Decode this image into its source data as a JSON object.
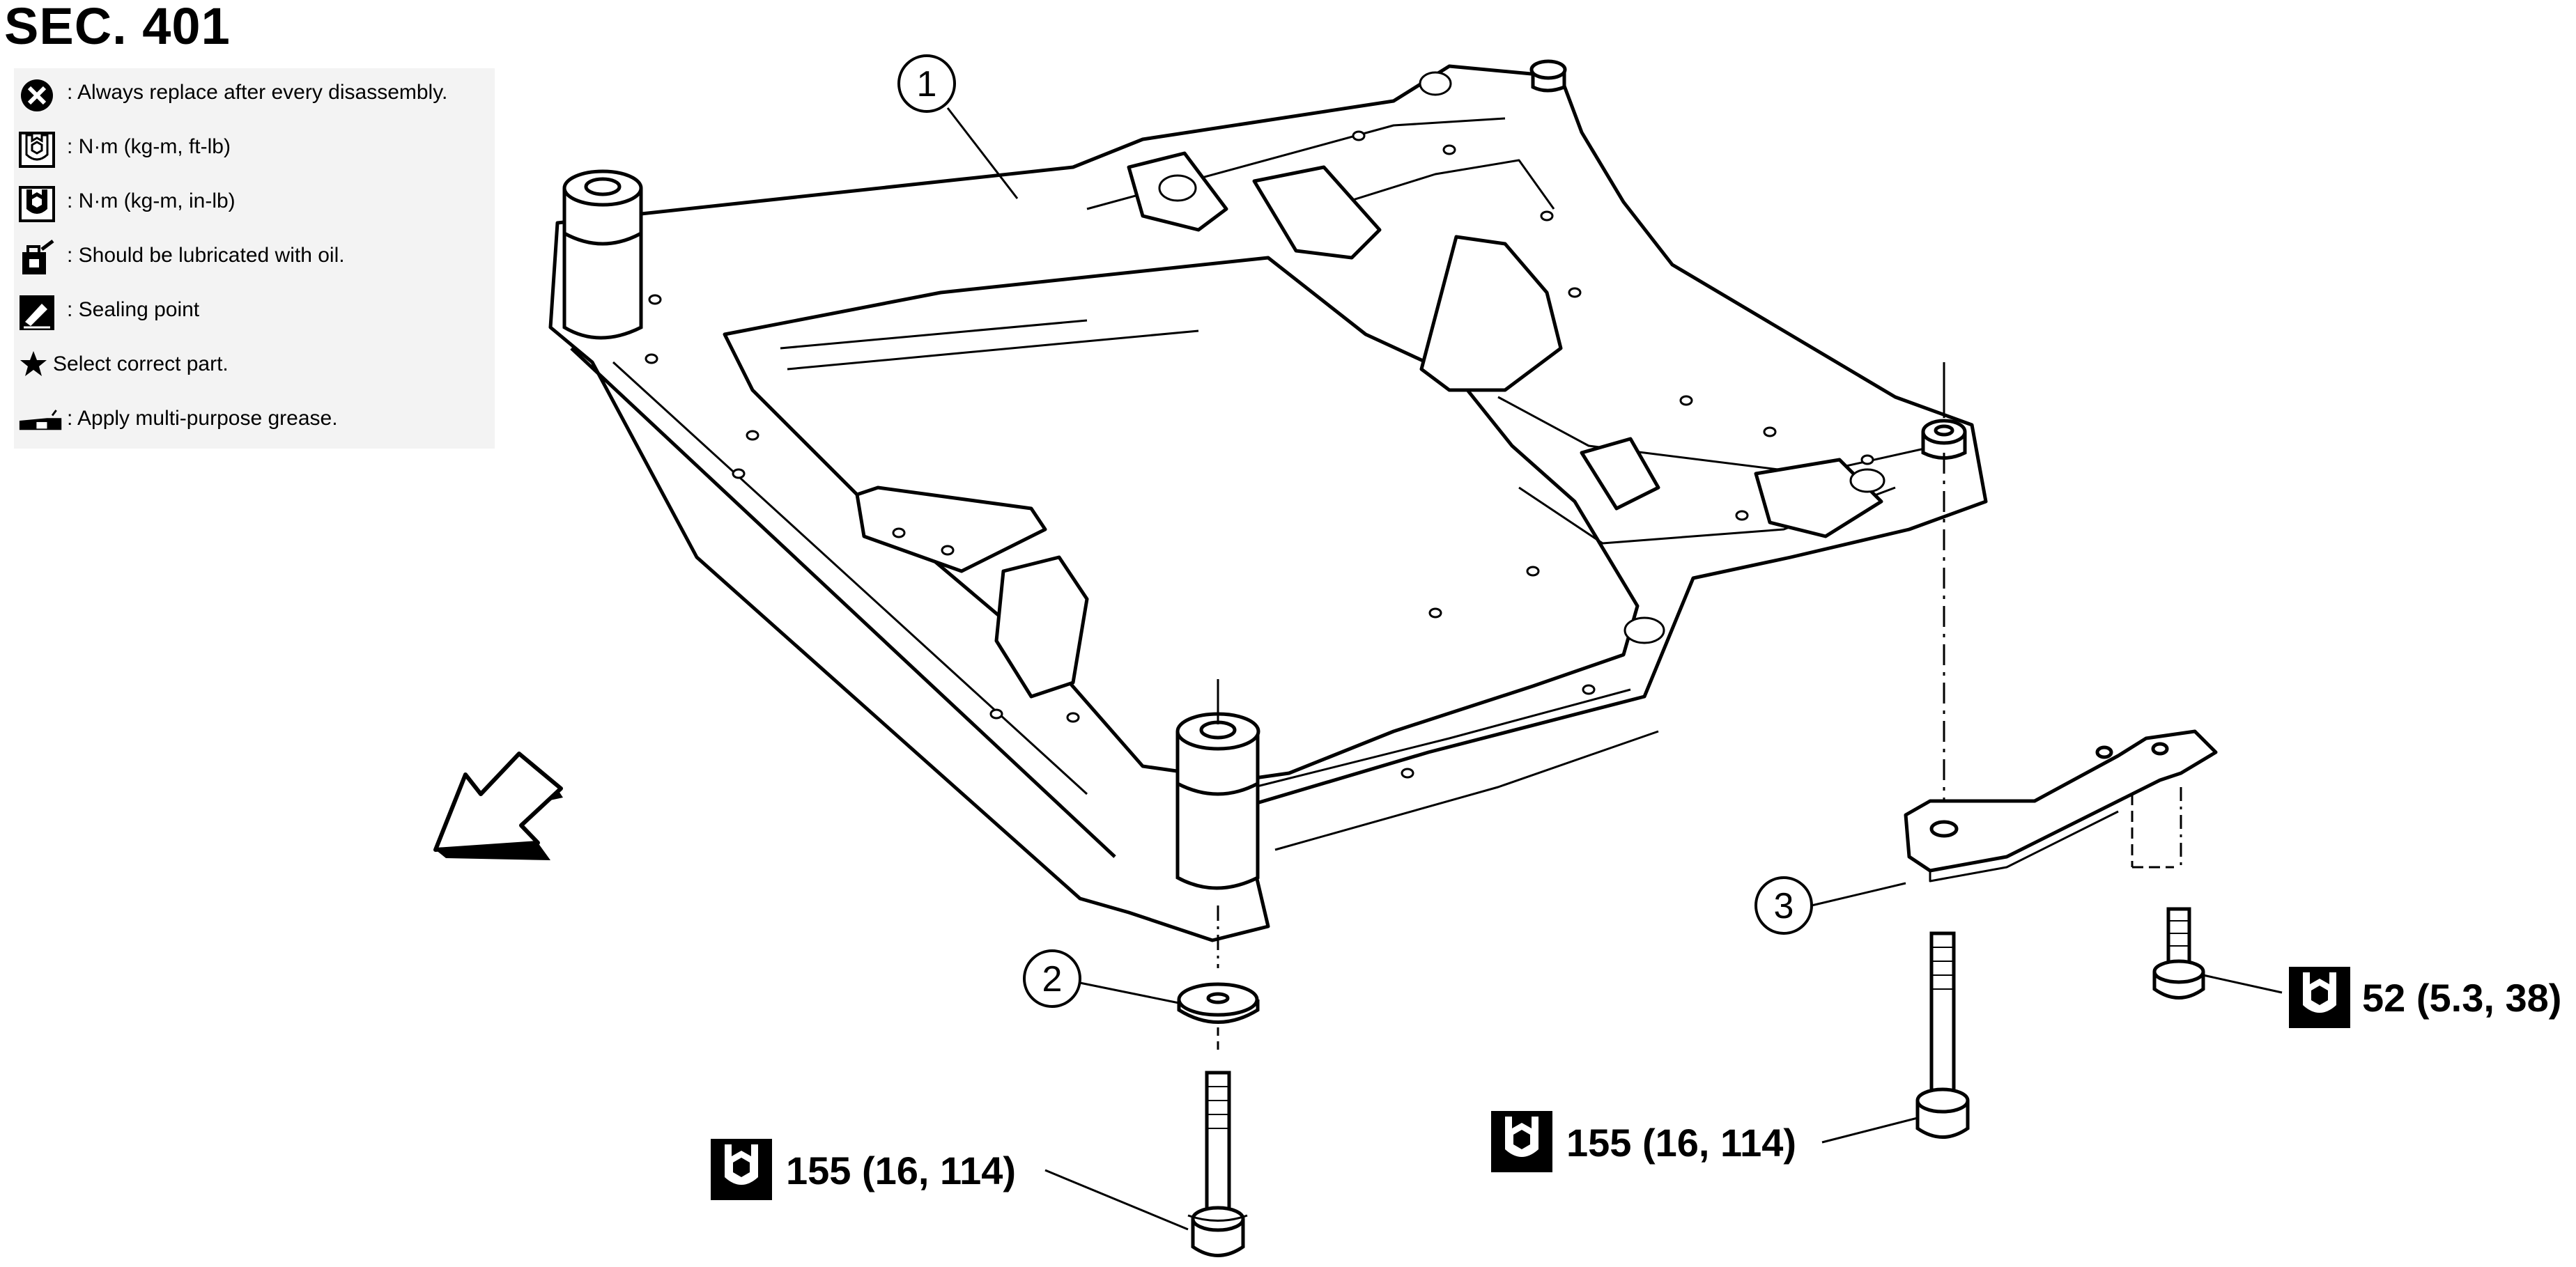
{
  "section": {
    "title": "SEC. 401"
  },
  "legend": [
    {
      "icon": "replace-icon",
      "text": ": Always replace after every disassembly."
    },
    {
      "icon": "torque-ftlb-icon",
      "text": ": N·m (kg-m, ft-lb)"
    },
    {
      "icon": "torque-inlb-icon",
      "text": ": N·m (kg-m, in-lb)"
    },
    {
      "icon": "oil-can-icon",
      "text": ": Should be lubricated with oil."
    },
    {
      "icon": "sealing-icon",
      "text": ": Sealing point"
    },
    {
      "icon": "star-icon",
      "text": "Select correct part."
    },
    {
      "icon": "grease-icon",
      "text": ": Apply multi-purpose grease."
    }
  ],
  "callouts": [
    {
      "number": "1"
    },
    {
      "number": "2"
    },
    {
      "number": "3"
    }
  ],
  "torques": [
    {
      "value": "155 (16, 114)"
    },
    {
      "value": "155 (16, 114)"
    },
    {
      "value": "52 (5.3, 38)"
    }
  ]
}
